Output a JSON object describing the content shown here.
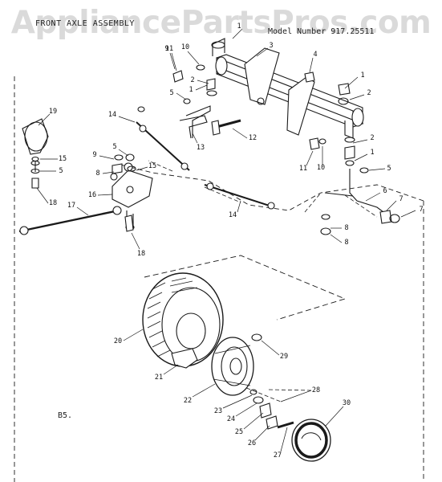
{
  "diagram": {
    "watermark": "AppliancePartsPros.com",
    "title": "FRONT AXLE ASSEMBLY",
    "model_number": "Model Number 917.25511",
    "page_ref": "B5.",
    "ink_color": "#1a1a1a",
    "watermark_color": "#bdbdbd"
  },
  "callouts": [
    {
      "id": "c-1-top",
      "label": "1"
    },
    {
      "id": "c-1-a",
      "label": "1"
    },
    {
      "id": "c-1-b",
      "label": "1"
    },
    {
      "id": "c-1-c",
      "label": "1"
    },
    {
      "id": "c-2-a",
      "label": "2"
    },
    {
      "id": "c-2-b",
      "label": "2"
    },
    {
      "id": "c-2-c",
      "label": "2"
    },
    {
      "id": "c-3",
      "label": "3"
    },
    {
      "id": "c-4",
      "label": "4"
    },
    {
      "id": "c-5-a",
      "label": "5"
    },
    {
      "id": "c-5-b",
      "label": "5"
    },
    {
      "id": "c-5-c",
      "label": "5"
    },
    {
      "id": "c-5-d",
      "label": "5"
    },
    {
      "id": "c-6",
      "label": "6"
    },
    {
      "id": "c-7-a",
      "label": "7"
    },
    {
      "id": "c-7-b",
      "label": "7"
    },
    {
      "id": "c-8-a",
      "label": "8"
    },
    {
      "id": "c-8-b",
      "label": "8"
    },
    {
      "id": "c-8-c",
      "label": "8"
    },
    {
      "id": "c-9-a",
      "label": "9"
    },
    {
      "id": "c-9-b",
      "label": "9"
    },
    {
      "id": "c-10-a",
      "label": "10"
    },
    {
      "id": "c-10-b",
      "label": "10"
    },
    {
      "id": "c-11-a",
      "label": "11"
    },
    {
      "id": "c-11-b",
      "label": "11"
    },
    {
      "id": "c-12",
      "label": "12"
    },
    {
      "id": "c-13",
      "label": "13"
    },
    {
      "id": "c-14-a",
      "label": "14"
    },
    {
      "id": "c-14-b",
      "label": "14"
    },
    {
      "id": "c-15-a",
      "label": "15"
    },
    {
      "id": "c-15-b",
      "label": "15"
    },
    {
      "id": "c-16",
      "label": "16"
    },
    {
      "id": "c-17",
      "label": "17"
    },
    {
      "id": "c-18-a",
      "label": "18"
    },
    {
      "id": "c-18-b",
      "label": "18"
    },
    {
      "id": "c-19",
      "label": "19"
    },
    {
      "id": "c-20",
      "label": "20"
    },
    {
      "id": "c-21",
      "label": "21"
    },
    {
      "id": "c-22",
      "label": "22"
    },
    {
      "id": "c-23",
      "label": "23"
    },
    {
      "id": "c-24",
      "label": "24"
    },
    {
      "id": "c-25",
      "label": "25"
    },
    {
      "id": "c-26",
      "label": "26"
    },
    {
      "id": "c-27",
      "label": "27"
    },
    {
      "id": "c-28",
      "label": "28"
    },
    {
      "id": "c-29",
      "label": "29"
    },
    {
      "id": "c-30",
      "label": "30"
    }
  ]
}
